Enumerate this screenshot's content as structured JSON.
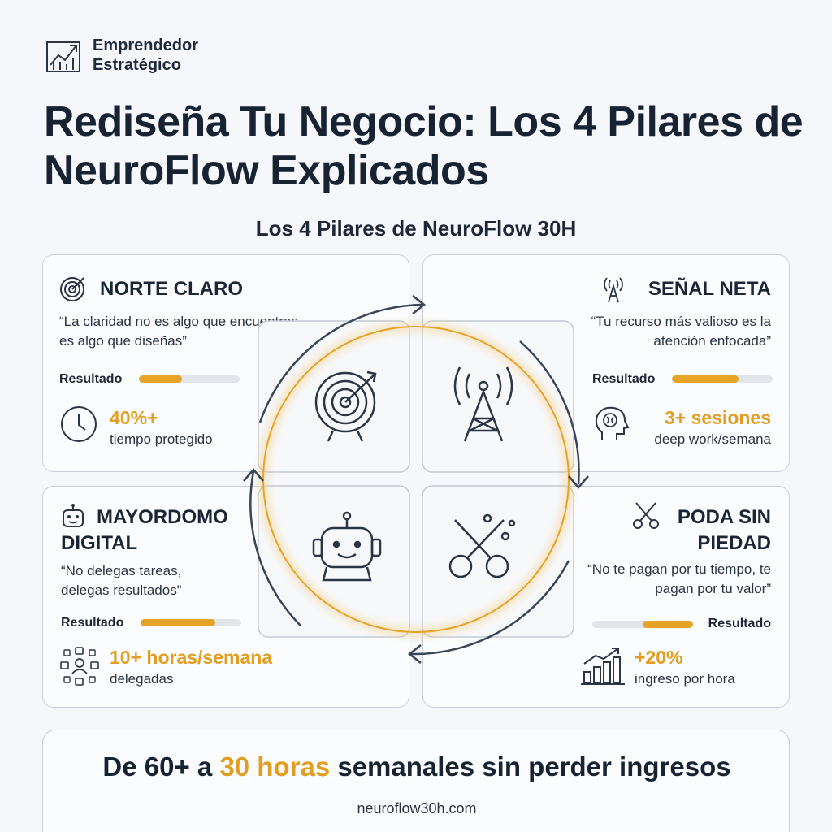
{
  "brand": {
    "line1": "Emprendedor",
    "line2": "Estratégico",
    "icon": "growth-chart-icon"
  },
  "headline": "Rediseña Tu Negocio: Los 4 Pilares de NeuroFlow Explicados",
  "subtitle": "Los 4 Pilares de NeuroFlow 30H",
  "colors": {
    "accent": "#e19e22",
    "text": "#172232",
    "border": "#c9cfd8",
    "bar_track": "#e2e5ea"
  },
  "pillars": [
    {
      "title": "NORTE CLARO",
      "quote": "“La claridad no es algo que encuentras, es algo que diseñas”",
      "result_label": "Resultado",
      "progress": 0.43,
      "metric": "40%+",
      "metric_desc": "tiempo protegido",
      "icon": "target-icon",
      "metric_icon": "clock-icon"
    },
    {
      "title": "SEÑAL NETA",
      "quote": "“Tu recurso más valioso es la atención enfocada”",
      "result_label": "Resultado",
      "progress": 0.66,
      "metric": "3+ sesiones",
      "metric_desc": "deep work/semana",
      "icon": "signal-tower-icon",
      "metric_icon": "brain-head-icon"
    },
    {
      "title": "MAYORDOMO DIGITAL",
      "quote": "“No delegas tareas, delegas resultados”",
      "result_label": "Resultado",
      "progress": 0.74,
      "metric": "10+ horas/semana",
      "metric_desc": "delegadas",
      "icon": "robot-icon",
      "metric_icon": "delegation-network-icon"
    },
    {
      "title": "PODA SIN PIEDAD",
      "quote": "“No te pagan por tu tiempo, te pagan por tu valor”",
      "result_label": "Resultado",
      "progress": 0.5,
      "metric": "+20%",
      "metric_desc": "ingreso por hora",
      "icon": "scissors-icon",
      "metric_icon": "growth-bars-icon"
    }
  ],
  "footer": {
    "text_before": "De 60+ a ",
    "highlight": "30 horas",
    "text_after": " semanales sin perder ingresos",
    "url": "neuroflow30h.com"
  }
}
